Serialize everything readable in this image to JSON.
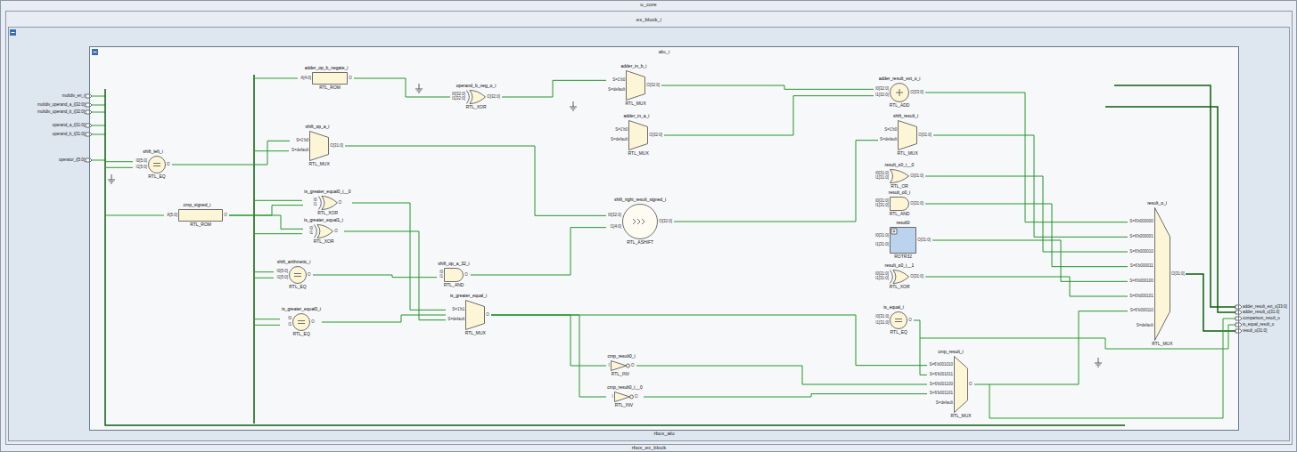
{
  "diagram": {
    "nodes": [
      {
        "text": [
          "u_core"
        ]
      },
      {
        "text": [
          "ex_block_i",
          "rbox_ex_block"
        ],
        "in": 0
      },
      {
        "text": [
          "alu_i",
          "rbox_alu"
        ],
        "in": 1
      },
      {
        "text": [
          "adder_op_b_negate_i",
          "A[4:0]",
          "O",
          "RTL_ROM"
        ],
        "in": 2
      },
      {
        "text": [
          "operand_b_neg_o_i",
          "I0[32:0]",
          "I1[32:0]",
          "O[32:0]",
          "RTL_XOR"
        ],
        "in": 2
      },
      {
        "text": [
          "adder_in_b_i",
          "S=1'b0",
          "S=default",
          "O[32:0]",
          "RTL_MUX"
        ],
        "in": 2
      },
      {
        "text": [
          "adder_result_ext_o_i",
          "I0[32:0]",
          "I1[32:0]",
          "O[33:0]",
          "RTL_ADD"
        ],
        "in": 2
      },
      {
        "text": [
          "shift_op_a_i",
          "S=1'b0",
          "S=default",
          "O[31:0]",
          "RTL_MUX"
        ],
        "in": 2
      },
      {
        "text": [
          "adder_in_a_i",
          "S=1'b0",
          "S=default",
          "O[32:0]",
          "RTL_MUX"
        ],
        "in": 2
      },
      {
        "text": [
          "shift_result_i",
          "S=1'b0",
          "S=default",
          "O[31:0]",
          "RTL_MUX"
        ],
        "in": 2
      },
      {
        "text": [
          "shift_left_i",
          "I0[5:0]",
          "I1[5:0]",
          "O",
          "RTL_EQ"
        ],
        "in": 2
      },
      {
        "text": [
          "cmp_signed_i",
          "A[5:0]",
          "O",
          "RTL_ROM"
        ],
        "in": 2
      },
      {
        "text": [
          "is_greater_equal0_i__0",
          "I0",
          "I1",
          "O",
          "RTL_XOR"
        ],
        "in": 2
      },
      {
        "text": [
          "is_greater_equal1_i",
          "I0",
          "I1",
          "O",
          "RTL_XOR"
        ],
        "in": 2
      },
      {
        "text": [
          "result_o0_i__0",
          "I0[31:0]",
          "I1[31:0]",
          "O[31:0]",
          "RTL_OR"
        ],
        "in": 2
      },
      {
        "text": [
          "result_o0_i",
          "I0[31:0]",
          "I1[31:0]",
          "O[31:0]",
          "RTL_AND"
        ],
        "in": 2
      },
      {
        "text": [
          "shift_right_result_signed_i",
          "I0[32:0]",
          "I1[4:0]",
          "O[32:0]",
          "RTL_ASHIFT"
        ],
        "in": 2
      },
      {
        "text": [
          "result0",
          "I0[31:0]",
          "I1[31:0]",
          "O[31:0]",
          "ROTR32"
        ],
        "in": 2
      },
      {
        "text": [
          "result_o0_i__1",
          "I0[31:0]",
          "I1[31:0]",
          "O[31:0]",
          "RTL_XOR"
        ],
        "in": 2
      },
      {
        "text": [
          "shift_arithmetic_i",
          "I0[5:0]",
          "I1[5:0]",
          "O",
          "RTL_EQ"
        ],
        "in": 2
      },
      {
        "text": [
          "shift_op_a_32_i",
          "I0",
          "I1",
          "O",
          "RTL_AND"
        ],
        "in": 2
      },
      {
        "text": [
          "is_greater_equal0_i",
          "I0",
          "I1",
          "O",
          "RTL_EQ"
        ],
        "in": 2
      },
      {
        "text": [
          "is_greater_equal_i",
          "S=1'b1",
          "S=default",
          "O",
          "RTL_MUX"
        ],
        "in": 2
      },
      {
        "text": [
          "is_equal_i",
          "I0[31:0]",
          "I1[31:0]",
          "O",
          "RTL_EQ"
        ],
        "in": 2
      },
      {
        "text": [
          "result_o_i",
          "S=6'b000000",
          "S=6'b000001",
          "S=6'b000010",
          "S=6'b000011",
          "S=6'b000100",
          "S=6'b000101",
          "S=6'b000110",
          "S=default",
          "O[31:0]",
          "RTL_MUX"
        ],
        "in": 2
      },
      {
        "text": [
          "cmp_result0_i",
          "I",
          "O",
          "RTL_INV"
        ],
        "in": 2
      },
      {
        "text": [
          "cmp_result0_i__0",
          "I",
          "O",
          "RTL_INV"
        ],
        "in": 2
      },
      {
        "text": [
          "cmp_result_i",
          "S=6'b001010",
          "S=6'b001011",
          "S=6'b001100",
          "S=6'b001101",
          "S=default",
          "O",
          "RTL_MUX"
        ],
        "in": 2
      }
    ],
    "edges": [
      {
        "from": 3,
        "to": 4,
        "arrow": "none"
      },
      {
        "from": 4,
        "to": 5,
        "arrow": "none"
      },
      {
        "from": 5,
        "to": 6,
        "arrow": "none"
      },
      {
        "from": 8,
        "to": 6,
        "arrow": "none"
      },
      {
        "from": 7,
        "to": 16,
        "arrow": "none"
      },
      {
        "from": 20,
        "to": 16,
        "arrow": "none"
      },
      {
        "from": 16,
        "to": 9,
        "arrow": "none"
      },
      {
        "from": 10,
        "to": 7,
        "arrow": "none"
      },
      {
        "from": 19,
        "to": 20,
        "arrow": "none"
      },
      {
        "from": 6,
        "to": 24,
        "arrow": "none"
      },
      {
        "from": 9,
        "to": 24,
        "arrow": "none"
      },
      {
        "from": 14,
        "to": 24,
        "arrow": "none"
      },
      {
        "from": 15,
        "to": 24,
        "arrow": "none"
      },
      {
        "from": 17,
        "to": 24,
        "arrow": "none"
      },
      {
        "from": 18,
        "to": 24,
        "arrow": "none"
      },
      {
        "from": 27,
        "to": 24,
        "arrow": "none"
      },
      {
        "from": 11,
        "to": 12,
        "arrow": "none"
      },
      {
        "from": 11,
        "to": 13,
        "arrow": "none"
      },
      {
        "from": 12,
        "to": 22,
        "arrow": "none"
      },
      {
        "from": 13,
        "to": 22,
        "arrow": "none"
      },
      {
        "from": 21,
        "to": 22,
        "arrow": "none"
      },
      {
        "from": 22,
        "to": 27,
        "arrow": "none"
      },
      {
        "from": 23,
        "to": 27,
        "arrow": "none"
      },
      {
        "from": 25,
        "to": 27,
        "arrow": "none"
      },
      {
        "from": 26,
        "to": 27,
        "arrow": "none"
      },
      {
        "from": 22,
        "to": 25,
        "arrow": "none"
      },
      {
        "from": 22,
        "to": 26,
        "arrow": "none"
      }
    ],
    "labels": [
      "multdiv_en_i",
      "multdiv_operand_a_i[32:0]",
      "multdiv_operand_b_i[32:0]",
      "operand_a_i[31:0]",
      "operand_b_i[31:0]",
      "operator_i[5:0]",
      "adder_result_ext_o[33:0]",
      "adder_result_o[31:0]",
      "comparison_result_o",
      "is_equal_result_o",
      "result_o[31:0]"
    ]
  }
}
